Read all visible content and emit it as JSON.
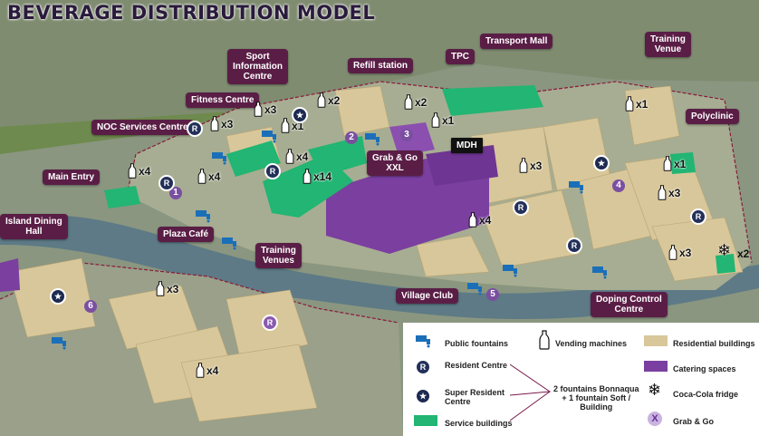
{
  "title": "BEVERAGE DISTRIBUTION MODEL",
  "labels": [
    {
      "id": "sport-info",
      "text": "Sport\nInformation\nCentre"
    },
    {
      "id": "transport-mall",
      "text": "Transport Mall"
    },
    {
      "id": "training-venue-top",
      "text": "Training\nVenue"
    },
    {
      "id": "tpc",
      "text": "TPC"
    },
    {
      "id": "refill-station",
      "text": "Refill station"
    },
    {
      "id": "fitness-centre",
      "text": "Fitness Centre"
    },
    {
      "id": "polyclinic",
      "text": "Polyclinic"
    },
    {
      "id": "noc-services",
      "text": "NOC Services Centre"
    },
    {
      "id": "grab-go-xxl",
      "text": "Grab & Go\nXXL"
    },
    {
      "id": "main-entry",
      "text": "Main Entry"
    },
    {
      "id": "island-dining",
      "text": "Island Dining\nHall"
    },
    {
      "id": "plaza-cafe",
      "text": "Plaza Café"
    },
    {
      "id": "training-venues",
      "text": "Training\nVenues"
    },
    {
      "id": "village-club",
      "text": "Village Club"
    },
    {
      "id": "doping-control",
      "text": "Doping Control\nCentre"
    }
  ],
  "mdh_label": "MDH",
  "vending_counts": [
    {
      "id": "v1",
      "text": "x3"
    },
    {
      "id": "v2",
      "text": "x1"
    },
    {
      "id": "v3",
      "text": "x2"
    },
    {
      "id": "v4",
      "text": "x2"
    },
    {
      "id": "v5",
      "text": "x1"
    },
    {
      "id": "v6",
      "text": "x1"
    },
    {
      "id": "v7",
      "text": "x3"
    },
    {
      "id": "v8",
      "text": "x4"
    },
    {
      "id": "v9",
      "text": "x4"
    },
    {
      "id": "v10",
      "text": "x14"
    },
    {
      "id": "v11",
      "text": "x4"
    },
    {
      "id": "v12",
      "text": "x3"
    },
    {
      "id": "v13",
      "text": "x1"
    },
    {
      "id": "v14",
      "text": "x3"
    },
    {
      "id": "v15",
      "text": "x4"
    },
    {
      "id": "v16",
      "text": "x3"
    },
    {
      "id": "v17",
      "text": "x3"
    },
    {
      "id": "v18",
      "text": "x4"
    }
  ],
  "zone_numbers": [
    "1",
    "2",
    "3",
    "4",
    "5",
    "6"
  ],
  "resident_letter": "R",
  "fridge_count": "x2",
  "legend": {
    "public_fountains": "Public fountains",
    "vending_machines": "Vending machines",
    "residential_buildings": "Residential buildings",
    "resident_centre": "Resident Centre",
    "catering_spaces": "Catering  spaces",
    "super_resident_centre": "Super Resident\nCentre",
    "fountains_note": "2 fountains Bonnaqua\n+ 1 fountain Soft /\nBuilding",
    "coca_cola_fridge": "Coca-Cola fridge",
    "service_buildings": "Service buildings",
    "grab_go": "Grab & Go",
    "grab_go_marker": "X"
  },
  "colors": {
    "label_bg": "#5a1e46",
    "residential": "#d8c79a",
    "catering": "#7b3fa0",
    "service": "#22b573",
    "resident_centre": "#23305a",
    "fountain": "#1b6fb8",
    "river": "#5d7a86"
  }
}
